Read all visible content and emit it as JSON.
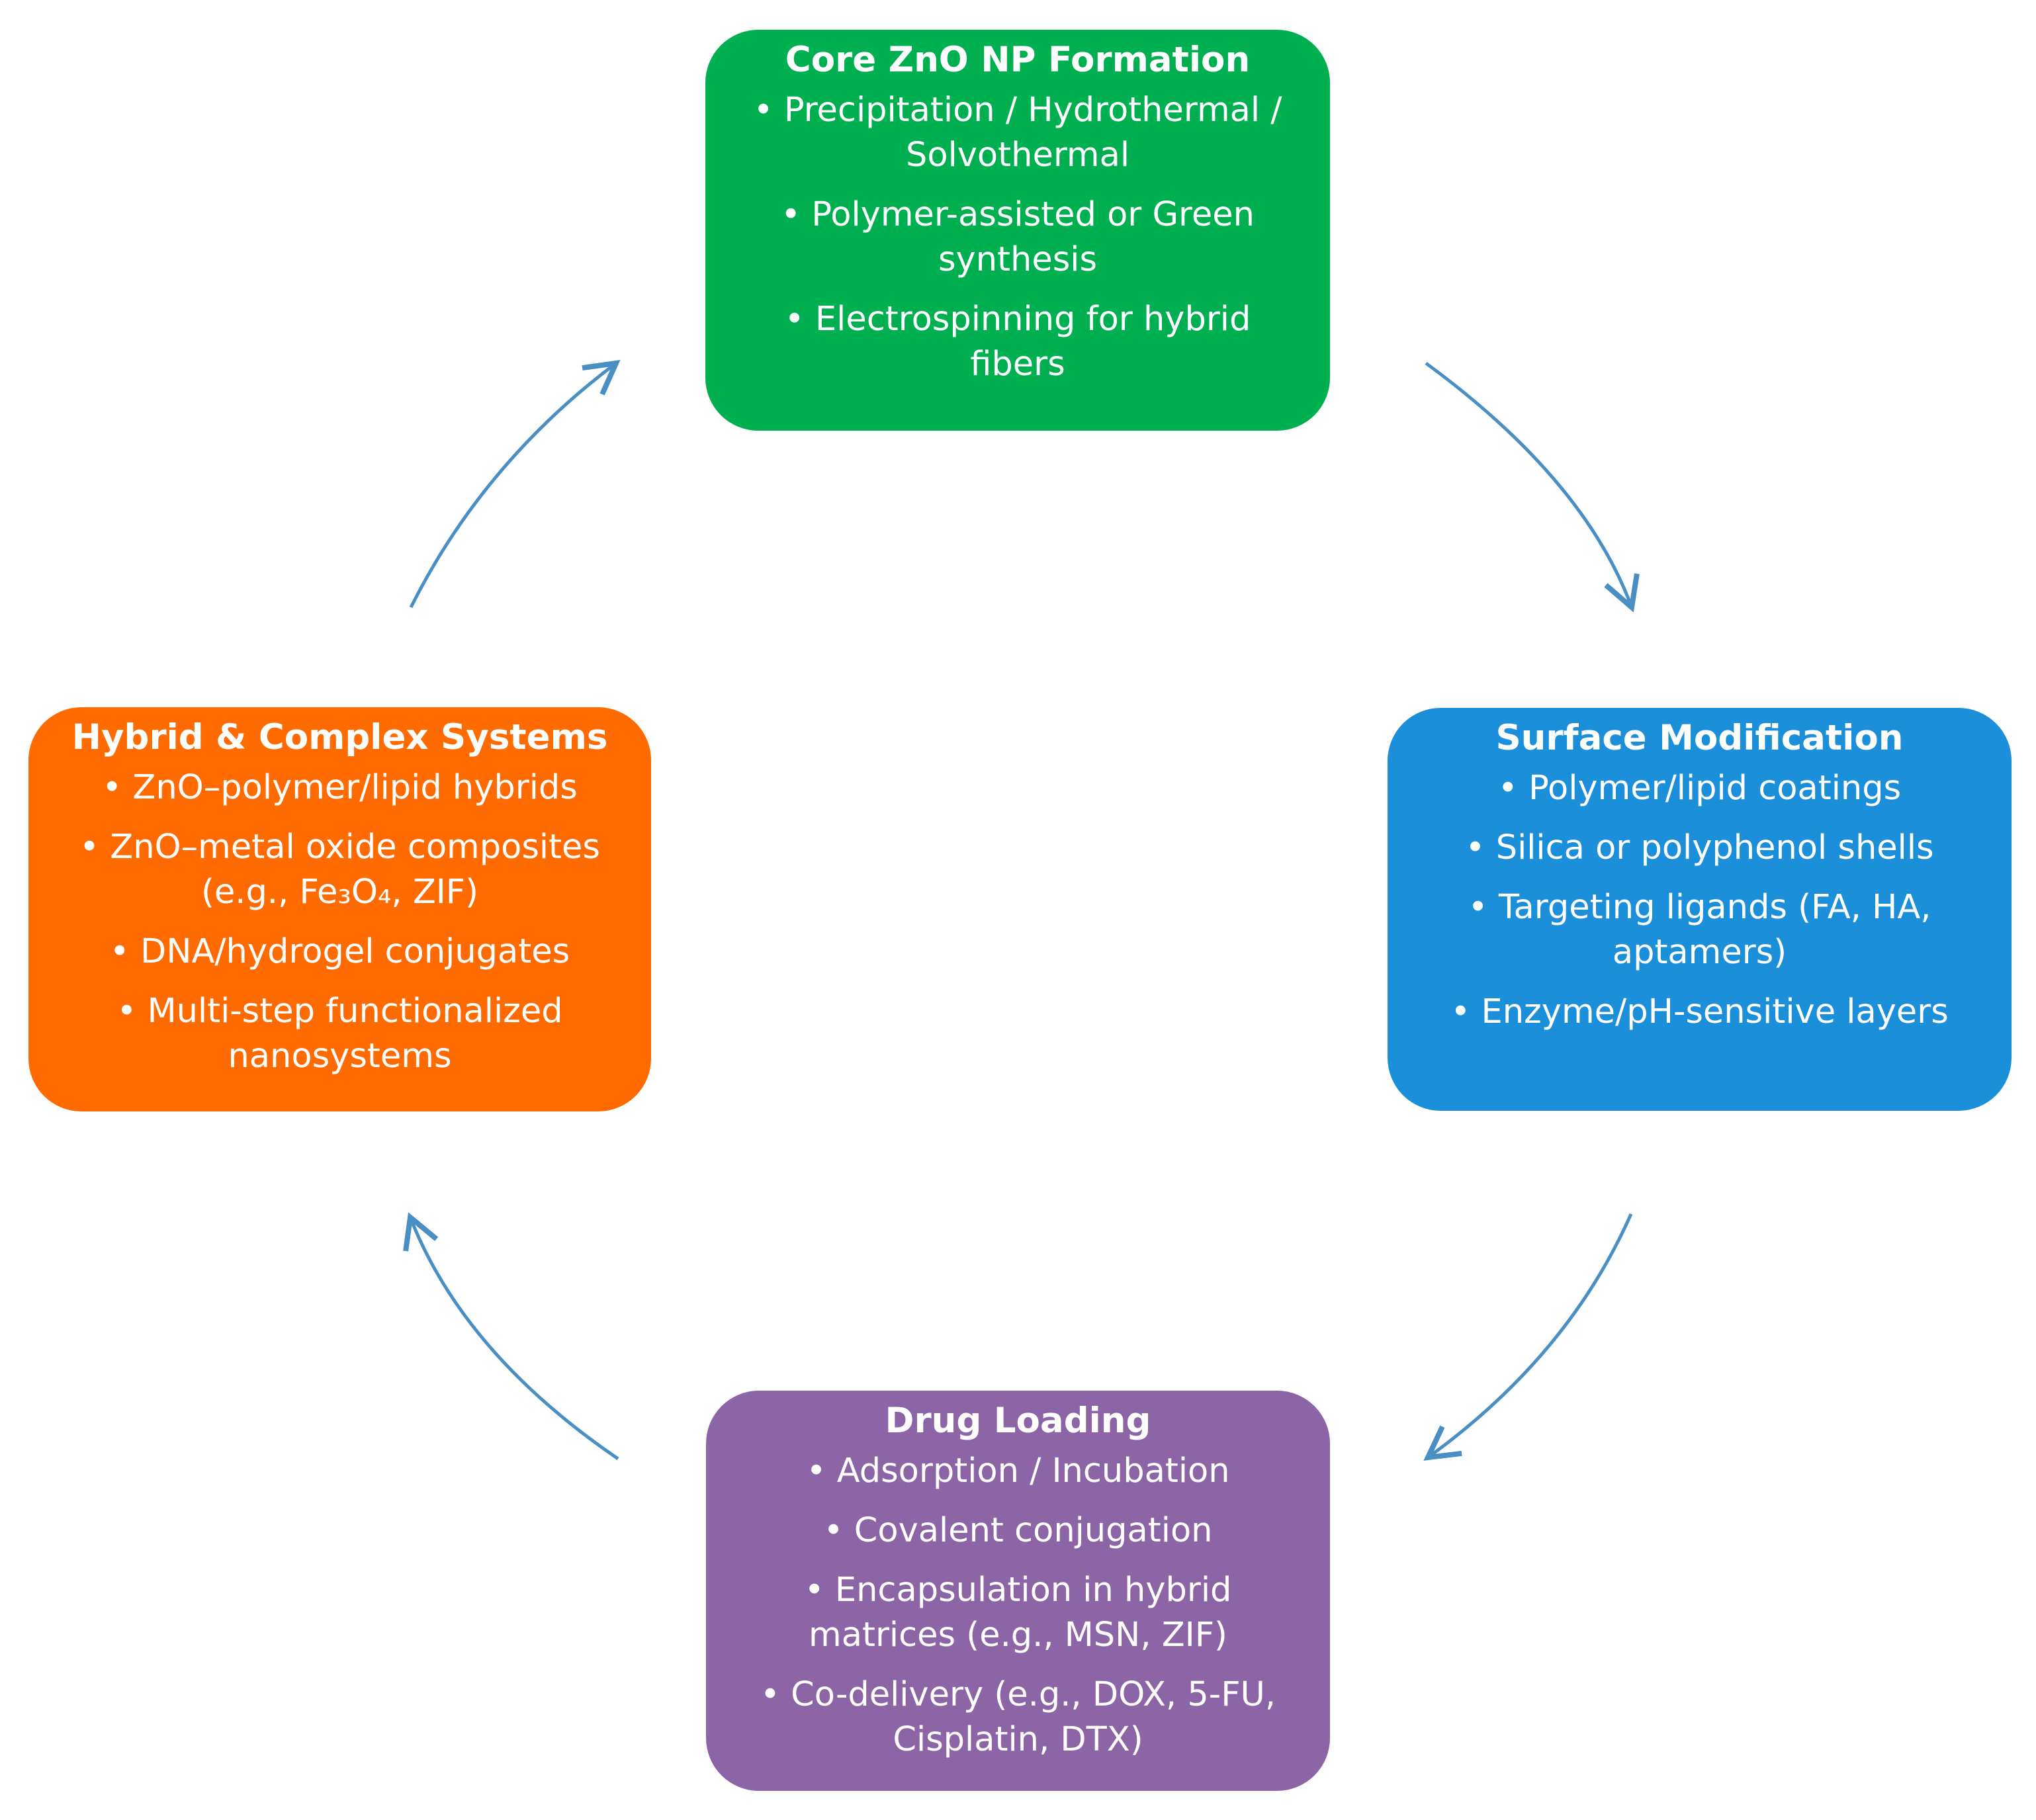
{
  "colors": {
    "core_fill": "#00b050",
    "surface_fill": "#1c8fdb",
    "drug_fill": "#8b65a6",
    "hybrid_fill": "#ff6b00",
    "arrow": "#4a8fc4",
    "text": "#ffffff"
  },
  "boxes": [
    {
      "id": "core",
      "title": "Core ZnO NP Formation",
      "items": [
        "• Precipitation / Hydrothermal / Solvothermal",
        "• Polymer-assisted or Green synthesis",
        "• Electrospinning for hybrid fibers"
      ]
    },
    {
      "id": "surface",
      "title": "Surface Modification",
      "items": [
        "• Polymer/lipid coatings",
        "• Silica or polyphenol shells",
        "• Targeting ligands (FA, HA, aptamers)",
        "• Enzyme/pH-sensitive layers"
      ]
    },
    {
      "id": "drug",
      "title": "Drug Loading",
      "items": [
        "• Adsorption / Incubation",
        "• Covalent conjugation",
        "• Encapsulation in hybrid matrices (e.g., MSN, ZIF)",
        "• Co-delivery (e.g., DOX, 5-FU, Cisplatin, DTX)"
      ]
    },
    {
      "id": "hybrid",
      "title": "Hybrid & Complex Systems",
      "items": [
        "• ZnO–polymer/lipid hybrids",
        "• ZnO–metal oxide composites (e.g., Fe₃O₄, ZIF)",
        "• DNA/hydrogel conjugates",
        "• Multi-step functionalized nanosystems"
      ]
    }
  ]
}
